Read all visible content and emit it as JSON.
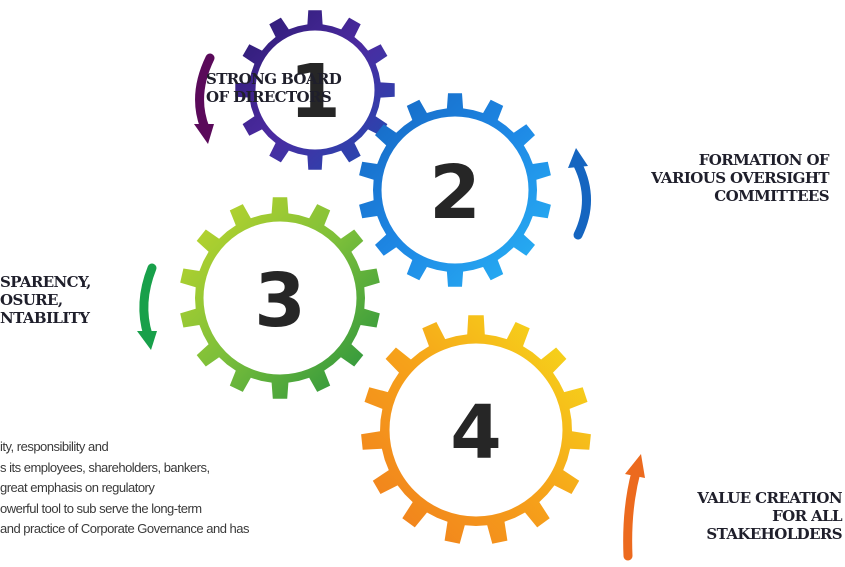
{
  "steps": [
    {
      "number": "1",
      "label_lines": [
        "STRONG BOARD",
        "OF DIRECTORS"
      ],
      "colors": [
        "#2a1a6e",
        "#4b2aa0",
        "#1e4fb4"
      ],
      "arrow_color": "#5a0a5a"
    },
    {
      "number": "2",
      "label_lines": [
        "FORMATION OF",
        "VARIOUS OVERSIGHT",
        "COMMITTEES"
      ],
      "colors": [
        "#1565c0",
        "#1e88e5",
        "#29b6f6"
      ],
      "arrow_color": "#1565c0"
    },
    {
      "number": "3",
      "label_lines": [
        "SPARENCY,",
        "OSURE,",
        "NTABILITY"
      ],
      "colors": [
        "#c6d82a",
        "#7cbf3a",
        "#1e8e3e"
      ],
      "arrow_color": "#18a04a"
    },
    {
      "number": "4",
      "label_lines": [
        "VALUE CREATION",
        "FOR ALL",
        "STAKEHOLDERS"
      ],
      "colors": [
        "#f07a1e",
        "#f6a21a",
        "#f5e21b"
      ],
      "arrow_color": "#ec6a1e"
    }
  ],
  "body_text": [
    "ity, responsibility and",
    "s its employees, shareholders, bankers,",
    "great emphasis on regulatory",
    "owerful tool to sub serve the long-term",
    "and practice of Corporate Governance and has"
  ]
}
